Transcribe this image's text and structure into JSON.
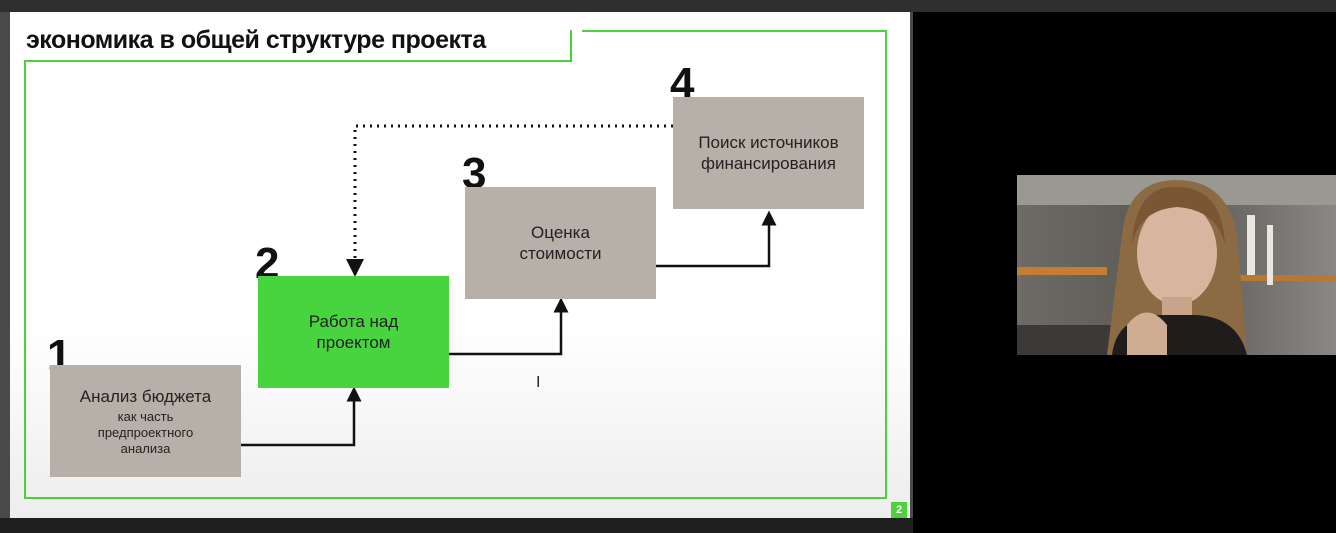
{
  "slide": {
    "title": "экономика в общей структуре проекта",
    "page_number": "2",
    "steps": [
      {
        "number": "1",
        "label": "Анализ бюджета",
        "sublabel": "как часть предпроектного анализа",
        "color": "#b7b0a9"
      },
      {
        "number": "2",
        "label": "Работа над проектом",
        "sublabel": "",
        "color": "#48d43f"
      },
      {
        "number": "3",
        "label": "Оценка стоимости",
        "sublabel": "",
        "color": "#b7b0a9"
      },
      {
        "number": "4",
        "label": "Поиск источников финансирования",
        "sublabel": "",
        "color": "#b7b0a9"
      }
    ],
    "accent_color": "#4cd13a"
  },
  "cursor_icon": "text-cursor-icon",
  "webcam": {
    "icon": "participant-video"
  }
}
